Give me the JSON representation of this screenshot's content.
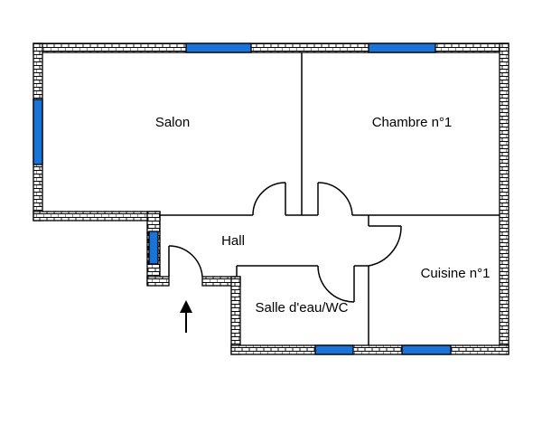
{
  "rooms": {
    "salon": "Salon",
    "chambre": "Chambre n°1",
    "hall": "Hall",
    "cuisine": "Cuisine n°1",
    "salle_eau": "Salle d'eau/WC"
  },
  "colors": {
    "wall_fill": "#ffffff",
    "wall_line": "#000000",
    "window": "#1a73d9",
    "background": "#ffffff"
  },
  "icons": {
    "entrance": "entrance-arrow-icon"
  }
}
